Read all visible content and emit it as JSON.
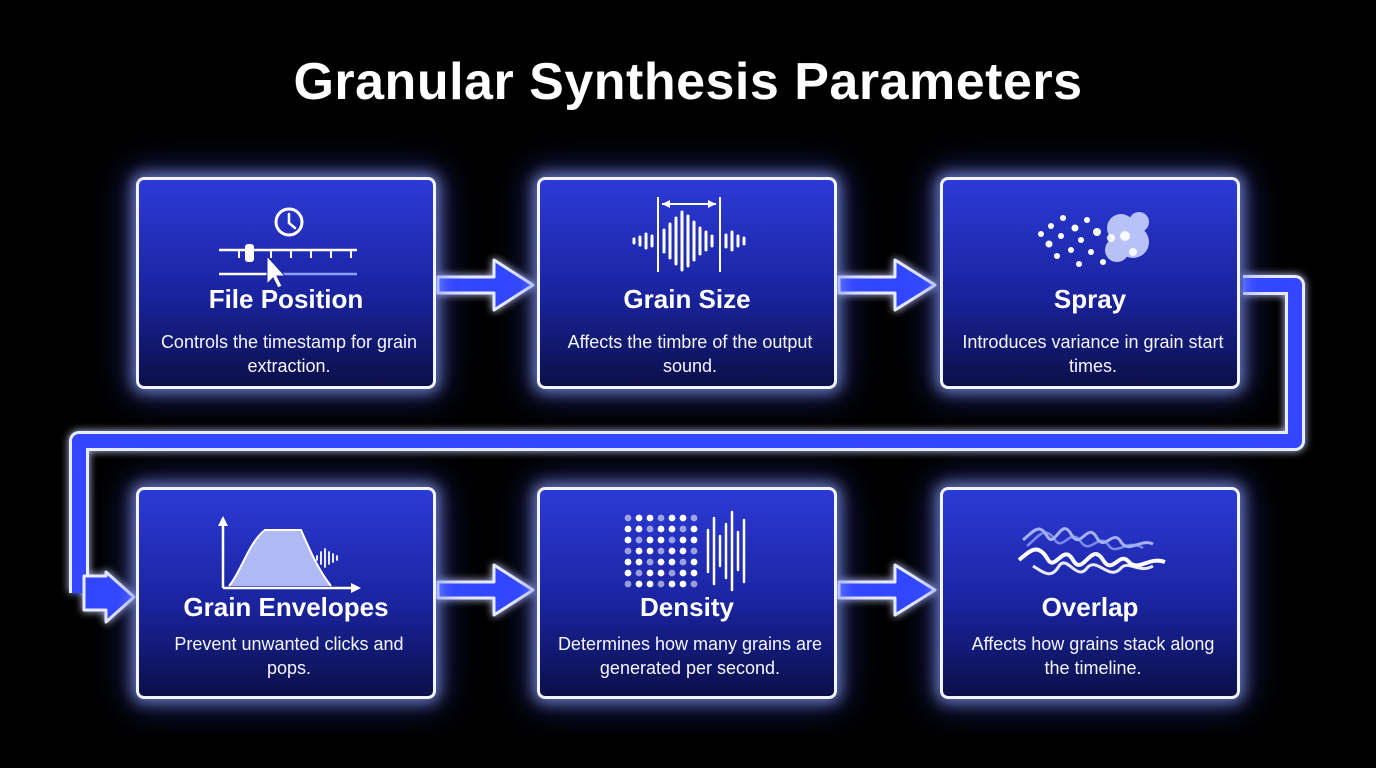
{
  "title": "Granular Synthesis Parameters",
  "colors": {
    "background": "#000000",
    "card": "#2431c4",
    "arrow": "#3346ff",
    "border": "#f2f4ff"
  },
  "steps": [
    {
      "title": "File Position",
      "description": "Controls the timestamp for grain extraction.",
      "icon": "timeline-cursor-icon"
    },
    {
      "title": "Grain Size",
      "description": "Affects the timbre of the output sound.",
      "icon": "waveform-width-icon"
    },
    {
      "title": "Spray",
      "description": "Introduces variance in grain start times.",
      "icon": "scatter-dots-icon"
    },
    {
      "title": "Grain Envelopes",
      "description": "Prevent unwanted clicks and pops.",
      "icon": "envelope-curve-icon"
    },
    {
      "title": "Density",
      "description": "Determines how many grains are generated per second.",
      "icon": "dot-grid-icon"
    },
    {
      "title": "Overlap",
      "description": "Affects how grains stack along the timeline.",
      "icon": "overlapping-waves-icon"
    }
  ]
}
